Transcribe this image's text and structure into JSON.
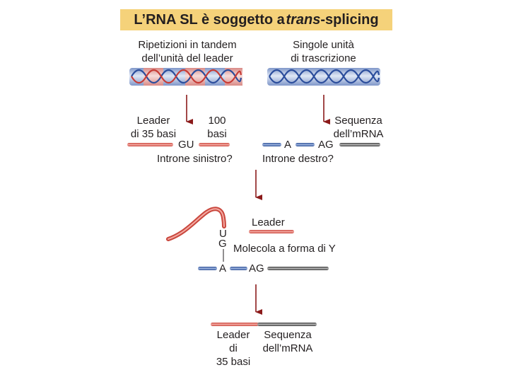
{
  "title": {
    "prefix": "L’RNA SL è soggetto a ",
    "italic": "trans",
    "suffix": "-splicing"
  },
  "top_left": {
    "line1": "Ripetizioni in tandem",
    "line2": "dell’unità del leader"
  },
  "top_right": {
    "line1": "Singole unità",
    "line2": "di trascrizione"
  },
  "step1": {
    "leader_line1": "Leader",
    "leader_line2": "di 35 basi",
    "bases_line1": "100",
    "bases_line2": "basi",
    "gu": "GU",
    "left_intron": "Introne sinistro?",
    "seq_line1": "Sequenza",
    "seq_line2": "dell’mRNA",
    "a": "A",
    "ag": "AG",
    "right_intron": "Introne destro?"
  },
  "step2": {
    "leader": "Leader",
    "u": "U",
    "g": "G",
    "molecule": "Molecola a forma di Y",
    "a": "A",
    "ag": "AG"
  },
  "step3": {
    "leader_line1": "Leader",
    "leader_line2": "di",
    "leader_line3": "35 basi",
    "seq_line1": "Sequenza",
    "seq_line2": "dell’mRNA"
  },
  "colors": {
    "title_bg": "#f5d27a",
    "rna_red": "#e8756a",
    "rna_blue": "#4a6fb5",
    "rna_grey": "#555555",
    "arrow": "#8b1a1a"
  }
}
